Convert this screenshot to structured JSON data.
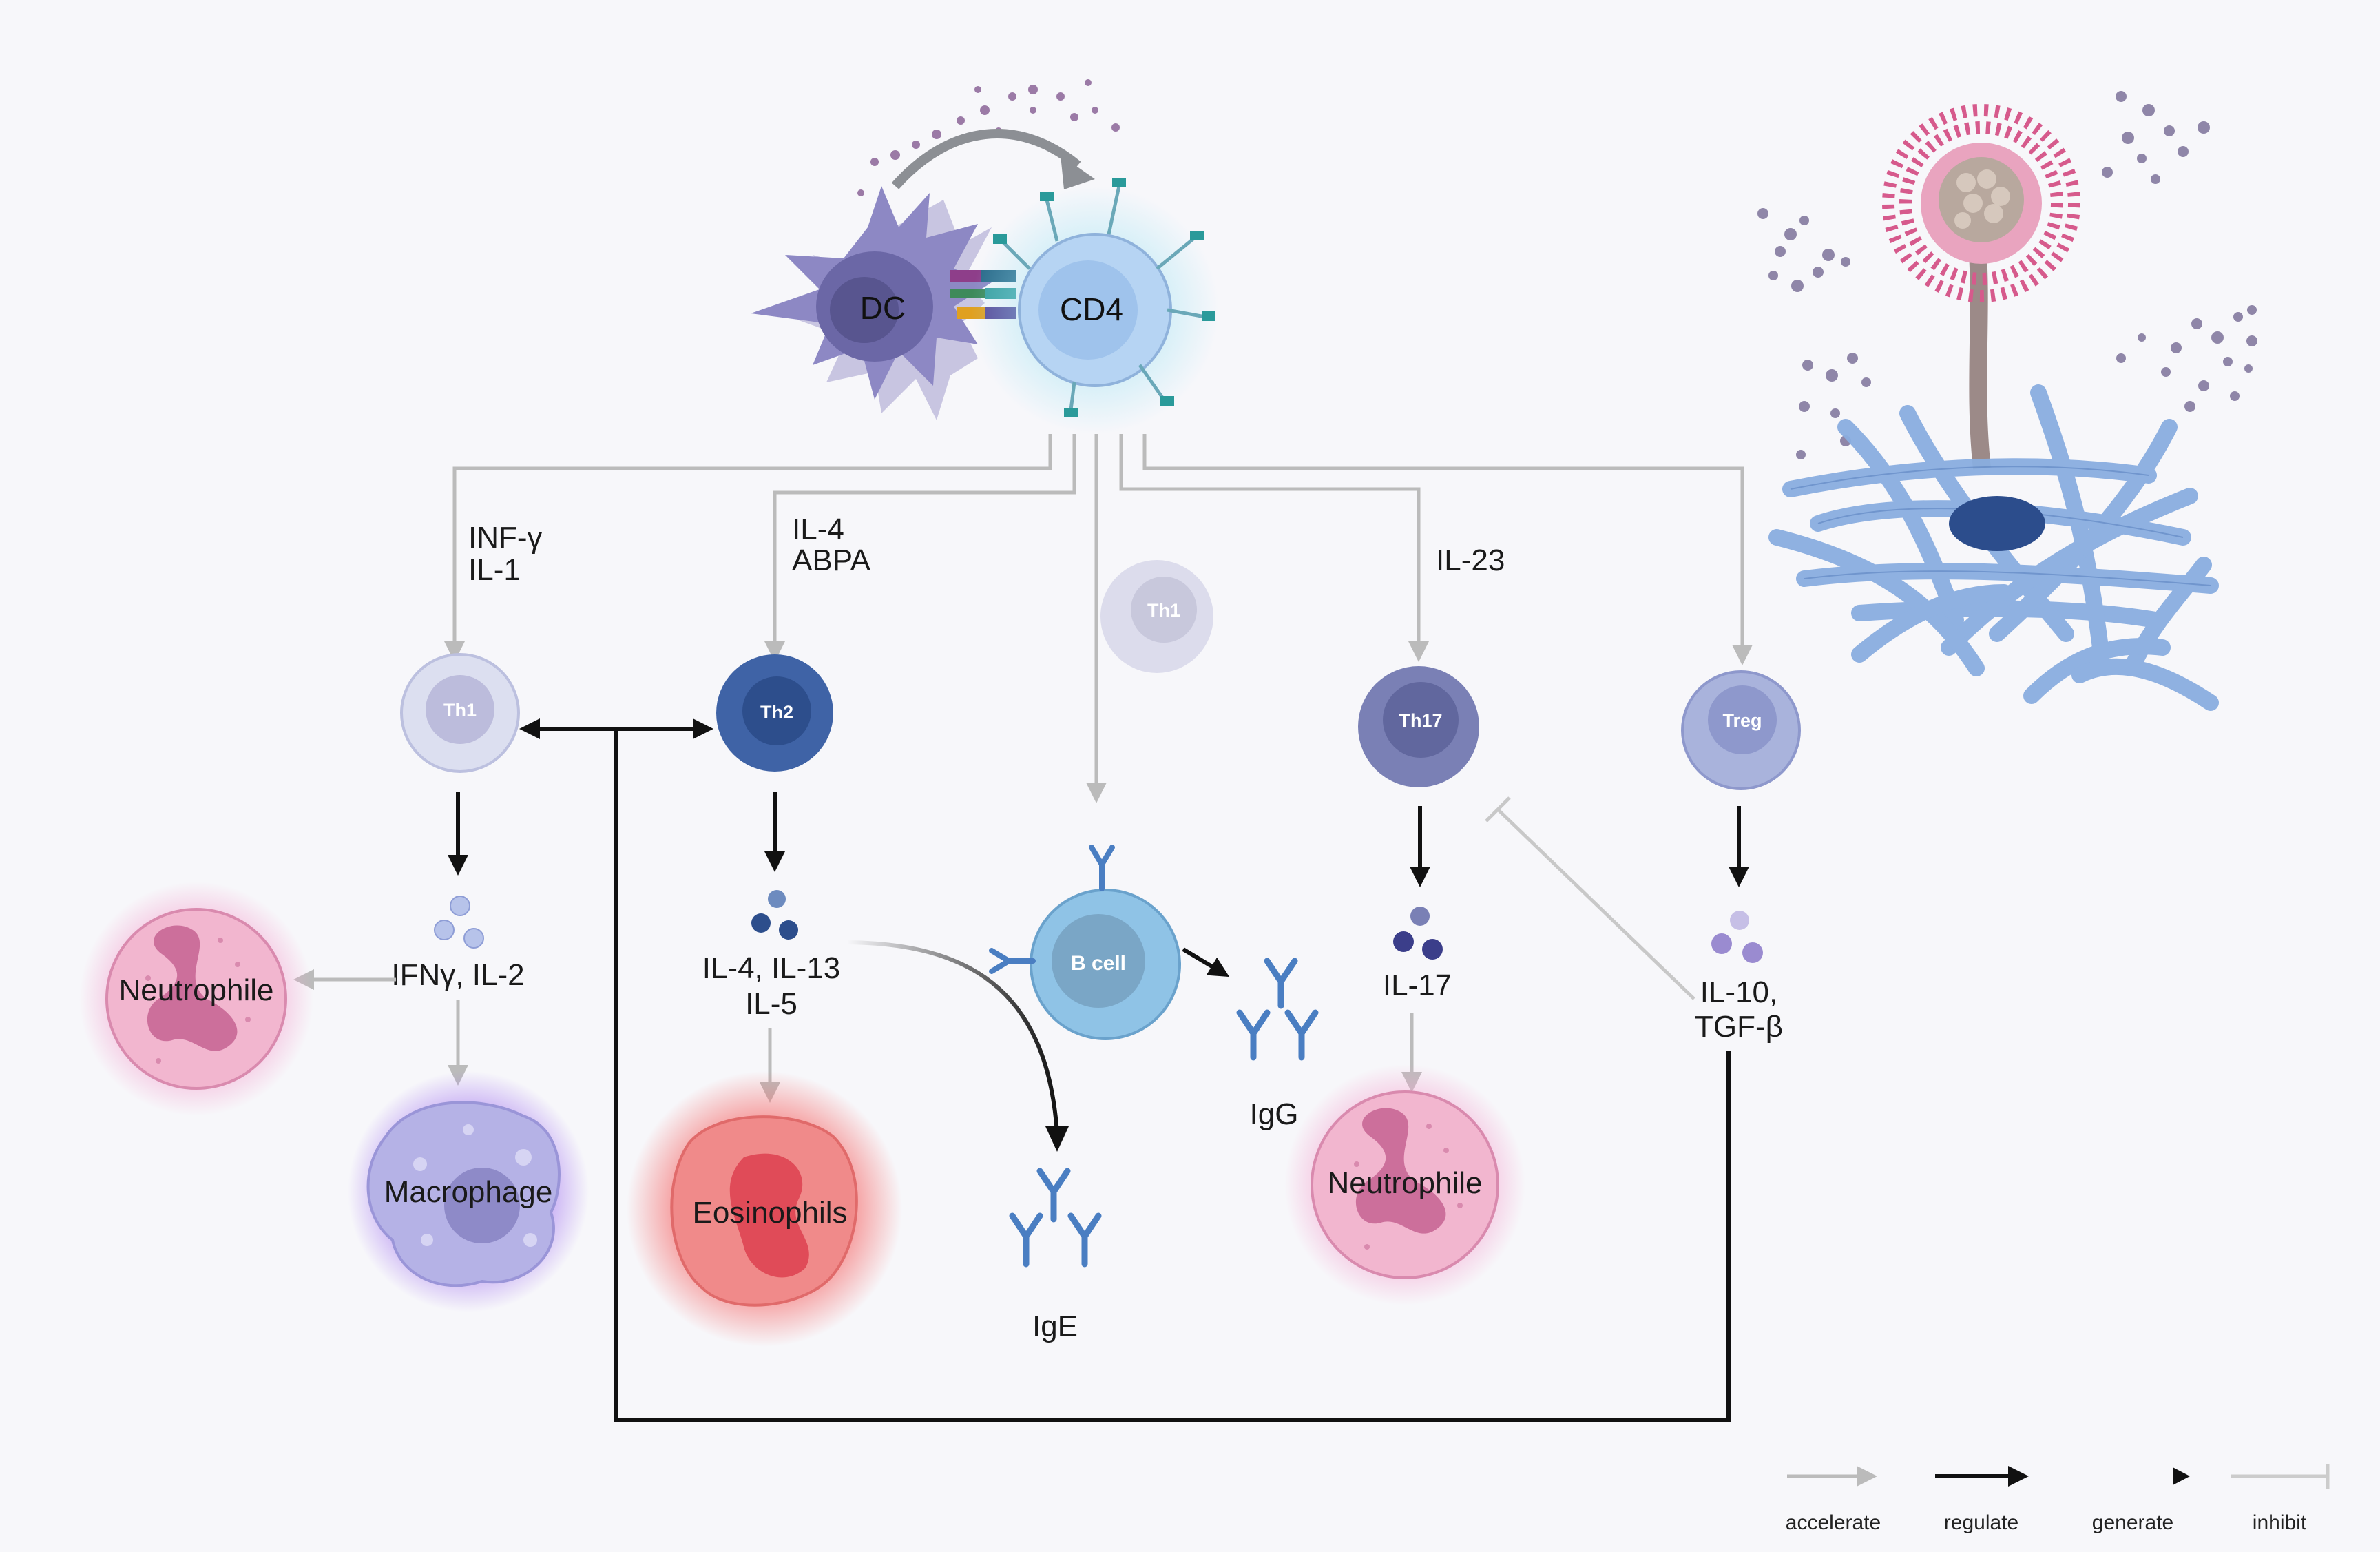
{
  "cells": {
    "dc": "DC",
    "cd4": "CD4",
    "th1": "Th1",
    "th2": "Th2",
    "th1_faded": "Th1",
    "th17": "Th17",
    "treg": "Treg",
    "bcell": "B cell",
    "neutrophile_left": "Neutrophile",
    "macrophage": "Macrophage",
    "eosinophils": "Eosinophils",
    "neutrophile_right": "Neutrophile"
  },
  "cytokines": {
    "th1_in_1": "INF-γ",
    "th1_in_2": "IL-1",
    "th2_in_1": "IL-4",
    "th2_in_2": "ABPA",
    "th17_in": "IL-23",
    "th1_out": "IFNγ, IL-2",
    "th2_out_1": "IL-4, IL-13",
    "th2_out_2": "IL-5",
    "th17_out": "IL-17",
    "treg_out_1": "IL-10,",
    "treg_out_2": "TGF-β"
  },
  "antibodies": {
    "igg": "IgG",
    "ige": "IgE"
  },
  "legend": {
    "accelerate": "accelerate",
    "regulate": "regulate",
    "generate": "generate",
    "inhibit": "inhibit"
  },
  "colors": {
    "accelerate": "#bbbbbb",
    "regulate": "#111111",
    "inhibit": "#cccccc",
    "th1": "#c9cde6",
    "th2": "#3f63a6",
    "th17": "#7a80b5",
    "treg": "#a9b3dc",
    "bcell": "#8fc3e6",
    "neutrophile": "#ec9fc2",
    "macrophage": "#a9a6df",
    "eosinophils": "#e84a55",
    "dc": "#8d88c4",
    "cd4": "#b6d4f3",
    "fungus_hyphae": "#8aaee0",
    "fungus_head": "#d65a8c"
  }
}
